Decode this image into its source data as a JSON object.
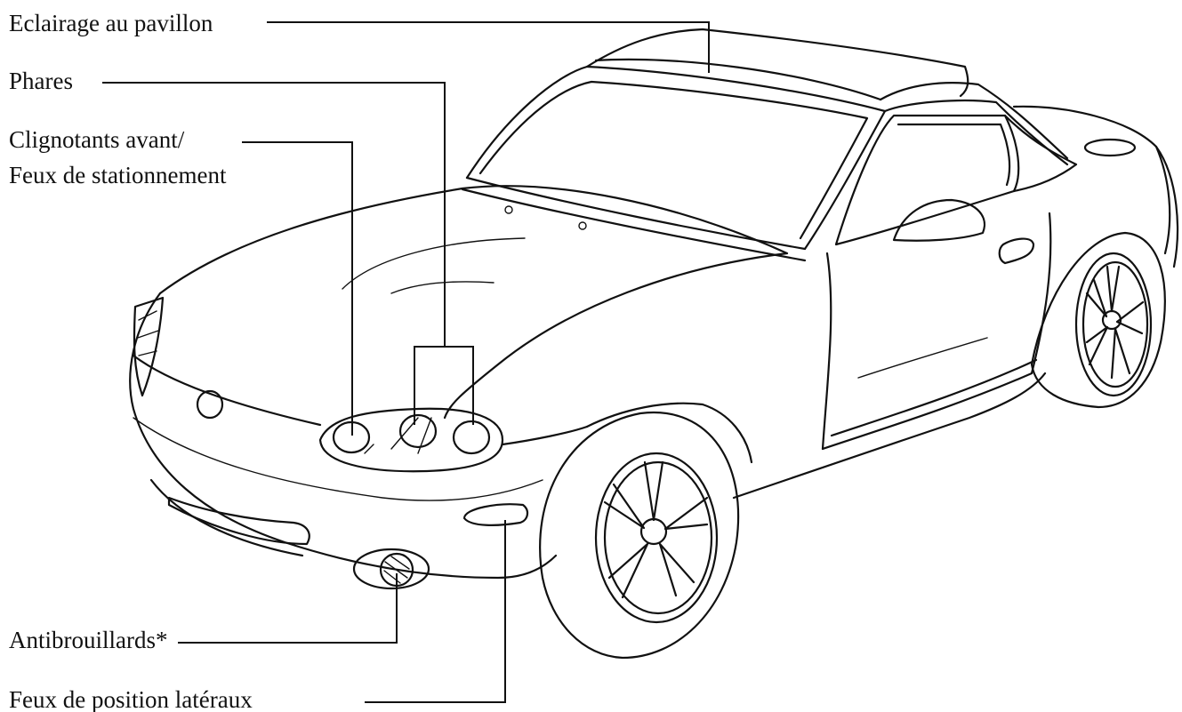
{
  "callouts": {
    "roof_light": "Eclairage au pavillon",
    "headlights": "Phares",
    "front_turn_line1": "Clignotants avant/",
    "front_turn_line2": "Feux de stationnement",
    "fog_lights": "Antibrouillards*",
    "side_markers": "Feux de position latéraux"
  }
}
